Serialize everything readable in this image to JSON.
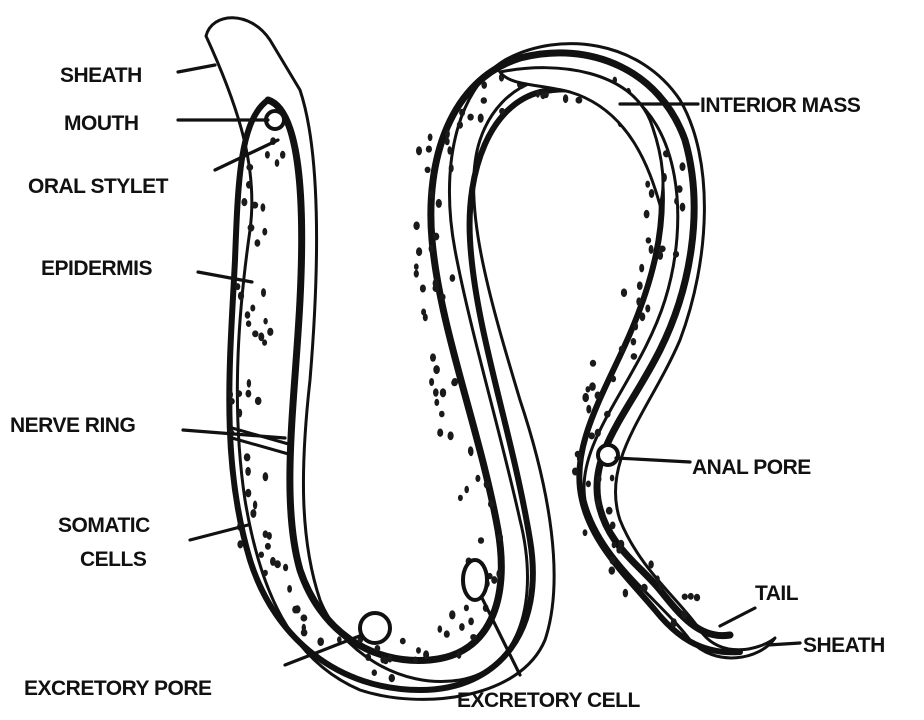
{
  "labels": {
    "sheath_head": "SHEATH",
    "mouth": "MOUTH",
    "oral_stylet": "ORAL STYLET",
    "epidermis": "EPIDERMIS",
    "nerve_ring": "NERVE RING",
    "somatic_cells_line1": "SOMATIC",
    "somatic_cells_line2": "CELLS",
    "excretory_pore": "EXCRETORY PORE",
    "excretory_cell": "EXCRETORY CELL",
    "interior_mass": "INTERIOR MASS",
    "anal_pore": "ANAL PORE",
    "tail": "TAIL",
    "sheath_tail": "SHEATH"
  }
}
